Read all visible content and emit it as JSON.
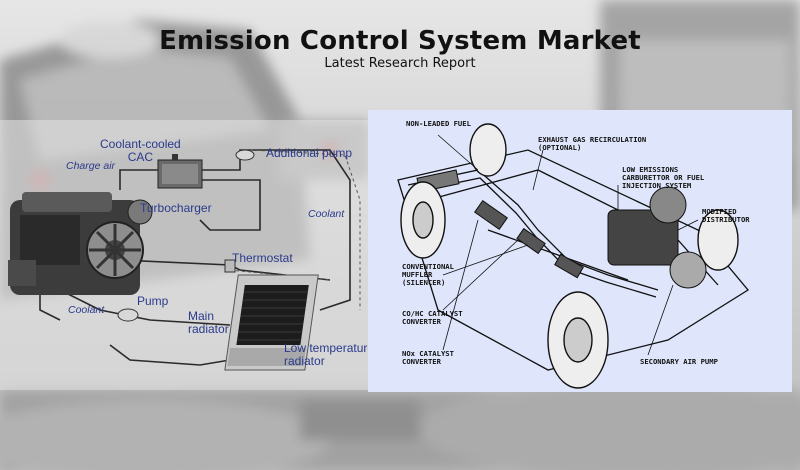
{
  "header": {
    "title": "Emission Control System Market",
    "subtitle": "Latest Research Report"
  },
  "cooling_diagram": {
    "labels": {
      "coolant_cooled_cac": "Coolant-cooled\nCAC",
      "additional_pump": "Additional pump",
      "charge_air": "Charge air",
      "turbocharger": "Turbocharger",
      "coolant_right": "Coolant",
      "thermostat": "Thermostat",
      "pump": "Pump",
      "coolant_left": "Coolant",
      "main_radiator": "Main\nradiator",
      "low_temp_radiator": "Low temperature\nradiator"
    },
    "colors": {
      "label": "#2b3a8c",
      "pipe": "#2a2a2a"
    }
  },
  "car_diagram": {
    "labels": {
      "non_leaded_fuel": "NON-LEADED FUEL",
      "egr": "EXHAUST GAS RECIRCULATION\n(OPTIONAL)",
      "low_emissions": "LOW EMISSIONS\nCARBURETTOR OR FUEL\nINJECTION SYSTEM",
      "modified_distributor": "MODIFIED\nDISTRIBUTOR",
      "conventional_muffler": "CONVENTIONAL\nMUFFLER\n(SILENCER)",
      "co_hc_catalyst": "CO/HC CATALYST\nCONVERTER",
      "nox_catalyst": "NOx CATALYST\nCONVERTER",
      "secondary_air_pump": "SECONDARY AIR PUMP"
    },
    "colors": {
      "panel": "#dfe6fb",
      "ink": "#111111"
    }
  }
}
